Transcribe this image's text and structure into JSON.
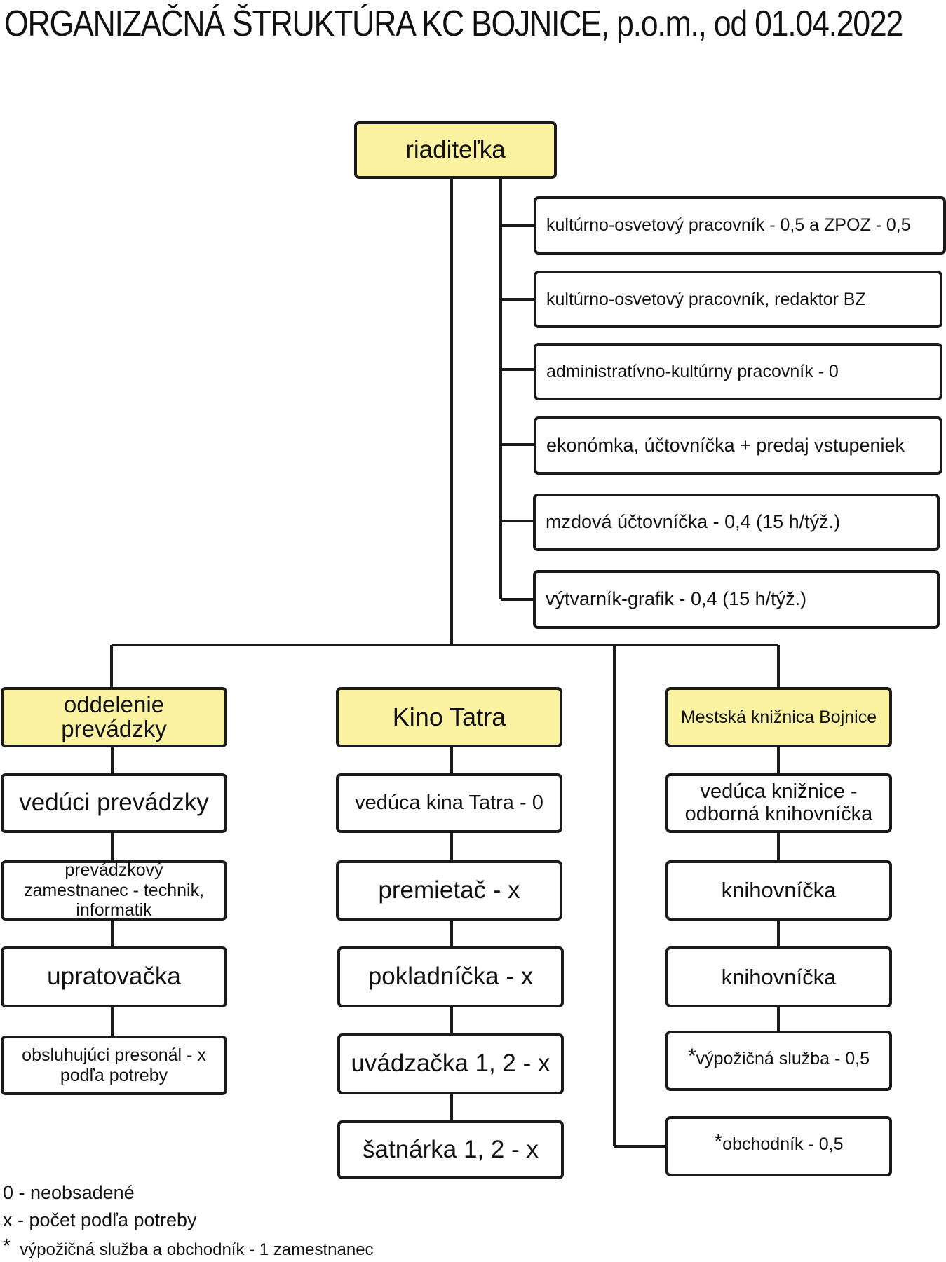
{
  "title": "ORGANIZAČNÁ ŠTRUKTÚRA KC  BOJNICE, p.o.m., od 01.04.2022",
  "director": "riaditeľka",
  "staff": [
    "kultúrno-osvetový pracovník - 0,5 a ZPOZ - 0,5",
    "kultúrno-osvetový pracovník, redaktor BZ",
    "administratívno-kultúrny pracovník - 0",
    "ekonómka, účtovníčka + predaj vstupeniek",
    "mzdová účtovníčka - 0,4  (15 h/týž.)",
    "výtvarník-grafik - 0,4  (15 h/týž.)"
  ],
  "departments": {
    "operations": {
      "name": "oddelenie prevádzky",
      "positions": [
        "vedúci prevádzky",
        "prevádzkový zamestnanec - technik, informatik",
        "upratovačka",
        "obsluhujúci presonál - x podľa potreby"
      ]
    },
    "cinema": {
      "name": "Kino Tatra",
      "positions": [
        "vedúca kina Tatra - 0",
        "premietač - x",
        "pokladníčka - x",
        "uvádzačka 1, 2 - x",
        "šatnárka 1, 2 - x"
      ]
    },
    "library": {
      "name": "Mestská knižnica Bojnice",
      "positions": [
        "vedúca knižnice - odborná knihovníčka",
        "knihovníčka",
        "knihovníčka",
        "výpožičná služba - 0,5",
        "obchodník - 0,5"
      ]
    }
  },
  "marker": "*",
  "legend": {
    "zero": "0 - neobsadené",
    "x": "x - počet podľa potreby",
    "note": "výpožičná služba a obchodník - 1 zamestnanec"
  },
  "colors": {
    "header_fill": "#fcf3a2",
    "line": "#1a1a1a"
  }
}
